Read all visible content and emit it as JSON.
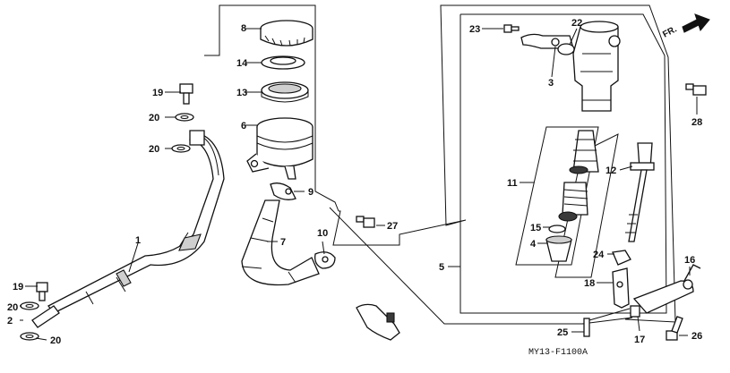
{
  "diagram": {
    "callouts": [
      "1",
      "2",
      "3",
      "4",
      "5",
      "6",
      "7",
      "8",
      "9",
      "10",
      "11",
      "12",
      "13",
      "14",
      "15",
      "16",
      "17",
      "18",
      "19",
      "19",
      "20",
      "20",
      "20",
      "20",
      "22",
      "23",
      "24",
      "25",
      "26",
      "27",
      "28"
    ],
    "direction_marker": "FR.",
    "figure_code": "MY13-F1100A"
  }
}
